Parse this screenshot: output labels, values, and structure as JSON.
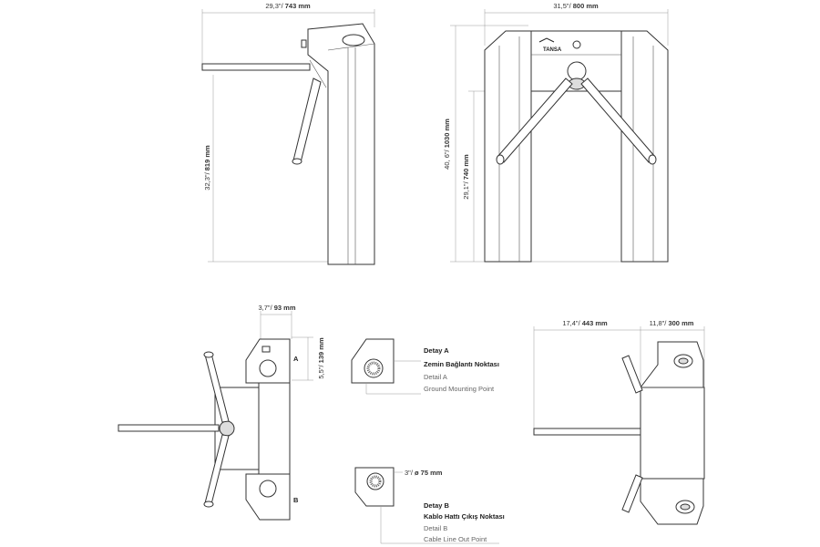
{
  "side_view": {
    "width_dim": {
      "imperial": "29,3\"",
      "metric": "743 mm"
    },
    "height_dim": {
      "imperial": "32,3\"",
      "metric": "819 mm"
    }
  },
  "front_view": {
    "width_dim": {
      "imperial": "31,5\"",
      "metric": "800 mm"
    },
    "height_dim": {
      "imperial": "40, 6\"",
      "metric": "1030 mm"
    },
    "arm_height_dim": {
      "imperial": "29,1\"",
      "metric": "740 mm"
    },
    "brand": "TANSA"
  },
  "top_view": {
    "top_dim": {
      "imperial": "3,7\"",
      "metric": "93 mm"
    },
    "side_dim": {
      "imperial": "5,5\"",
      "metric": "139 mm"
    },
    "marker_a": "A",
    "marker_b": "B"
  },
  "detail_a": {
    "title": "Detay A",
    "subtitle_tr": "Zemin Bağlantı Noktası",
    "title_en": "Detail A",
    "subtitle_en": "Ground Mounting Point"
  },
  "detail_b": {
    "dim": {
      "imperial": "3\"",
      "metric": "ø 75 mm"
    },
    "title": "Detay B",
    "subtitle_tr": "Kablo Hattı Çıkış Noktası",
    "title_en": "Detail B",
    "subtitle_en": "Cable Line Out Point"
  },
  "base_view": {
    "left_dim": {
      "imperial": "17,4\"",
      "metric": "443 mm"
    },
    "right_dim": {
      "imperial": "11,8\"",
      "metric": "300 mm"
    }
  }
}
